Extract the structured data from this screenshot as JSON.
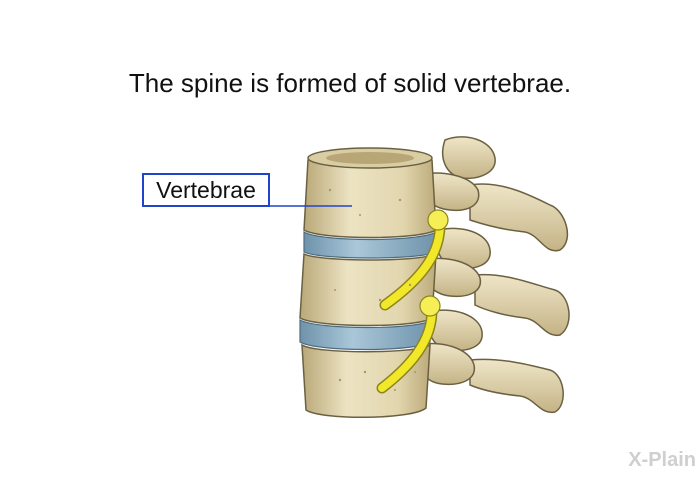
{
  "title": "The spine is formed of solid vertebrae.",
  "label": "Vertebrae",
  "watermark": "X-Plain",
  "colors": {
    "bone": "#e6dcb8",
    "bone_shade": "#c8b88a",
    "bone_outline": "#6b6142",
    "disc": "#8fb3c8",
    "nerve": "#f2e82a",
    "label_border": "#2244cc"
  },
  "icons": {
    "watermark": "x-plain-logo-icon"
  }
}
